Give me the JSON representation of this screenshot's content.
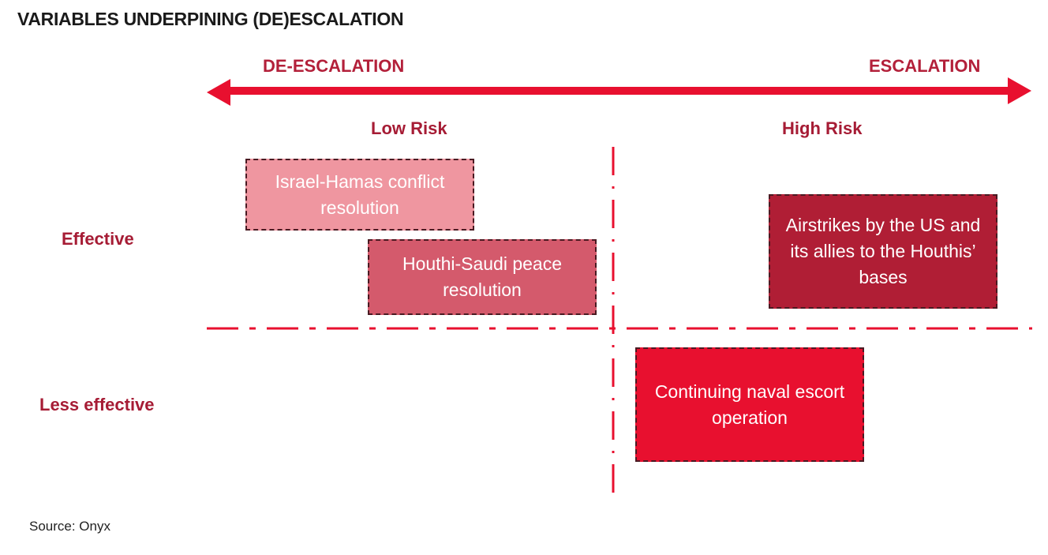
{
  "title": "VARIABLES UNDERPINING (DE)ESCALATION",
  "axis": {
    "left_label": "DE-ESCALATION",
    "right_label": "ESCALATION"
  },
  "columns": {
    "low": "Low Risk",
    "high": "High Risk"
  },
  "rows": {
    "effective": "Effective",
    "less_effective": "Less effective"
  },
  "boxes": {
    "israel_hamas": "Israel-Hamas conflict resolution",
    "houthi_saudi": "Houthi-Saudi peace resolution",
    "airstrikes": "Airstrikes by the US and its allies to the Houthis’ bases",
    "naval_escort": "Continuing naval escort operation"
  },
  "colors": {
    "arrow": "#e8102f",
    "israel_hamas": "#ef96a0",
    "houthi_saudi": "#d45a6c",
    "airstrikes": "#b01e35",
    "naval_escort": "#e8102f"
  },
  "source": "Source: Onyx"
}
